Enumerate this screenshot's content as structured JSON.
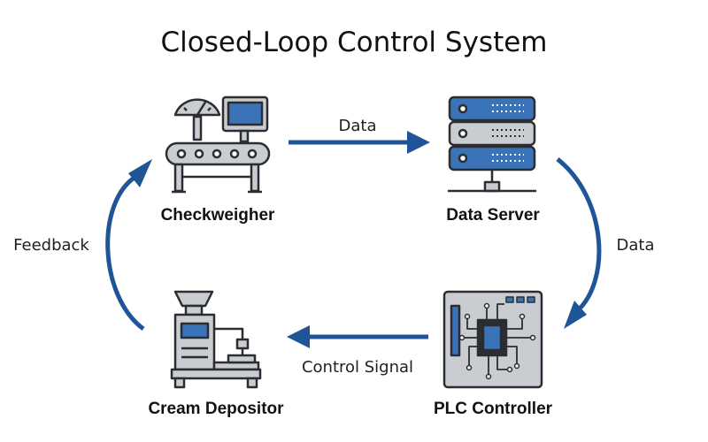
{
  "diagram": {
    "title": "Closed-Loop Control System",
    "colors": {
      "accent": "#1f5597",
      "metal": "#c9cdd2",
      "outline": "#2b2d31",
      "screen": "#3b73b9"
    },
    "nodes": [
      {
        "id": "checkweigher",
        "label": "Checkweigher",
        "icon": "checkweigher-icon"
      },
      {
        "id": "data-server",
        "label": "Data Server",
        "icon": "server-icon"
      },
      {
        "id": "plc-controller",
        "label": "PLC Controller",
        "icon": "circuit-board-icon"
      },
      {
        "id": "cream-depositor",
        "label": "Cream Depositor",
        "icon": "depositor-machine-icon"
      }
    ],
    "edges": [
      {
        "from": "checkweigher",
        "to": "data-server",
        "label": "Data"
      },
      {
        "from": "data-server",
        "to": "plc-controller",
        "label": "Data"
      },
      {
        "from": "plc-controller",
        "to": "cream-depositor",
        "label": "Control Signal"
      },
      {
        "from": "cream-depositor",
        "to": "checkweigher",
        "label": "Feedback"
      }
    ]
  }
}
